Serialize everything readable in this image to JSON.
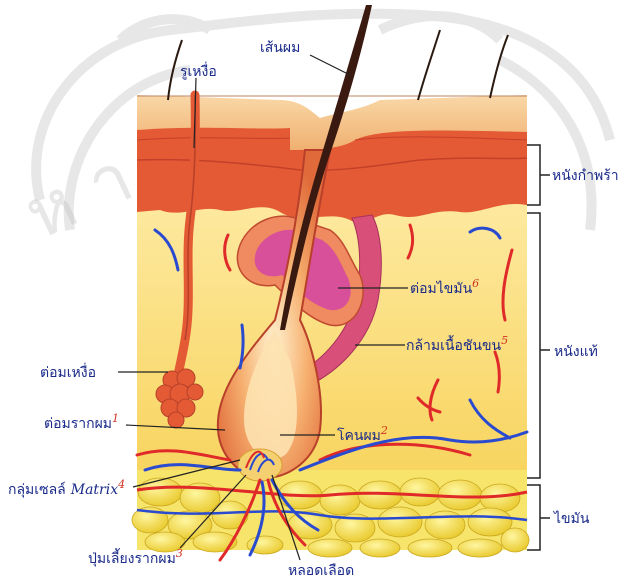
{
  "labels": {
    "hair_shaft": "เส้นผม",
    "sweat_pore": "รูเหงื่อ",
    "epidermis": "หนังกำพร้า",
    "sebaceous_gland": "ต่อมไขมัน",
    "sebaceous_gland_num": "6",
    "arrector_pili": "กล้ามเนื้อชันขน",
    "arrector_pili_num": "5",
    "dermis": "หนังแท้",
    "sweat_gland": "ต่อมเหงื่อ",
    "root_sheath": "ต่อมรากผม",
    "root_sheath_num": "1",
    "hair_root": "โคนผม",
    "hair_root_num": "2",
    "matrix_cells": "กลุ่มเซลล์",
    "matrix_word": "Matrix",
    "matrix_num": "4",
    "fat": "ไขมัน",
    "papilla": "ปุ่มเลี้ยงรากผม",
    "papilla_num": "3",
    "blood_vessel": "หลอดเลือด"
  },
  "colors": {
    "epidermis_top": "#f5c48a",
    "epidermis_band": "#e4603a",
    "dermis": "#fbe07a",
    "fat": "#f2e25a",
    "artery": "#e02a2a",
    "vein": "#2a4ad0",
    "gland": "#d8509a",
    "hair": "#3a1a10",
    "watermark": "#cfcfcf"
  }
}
